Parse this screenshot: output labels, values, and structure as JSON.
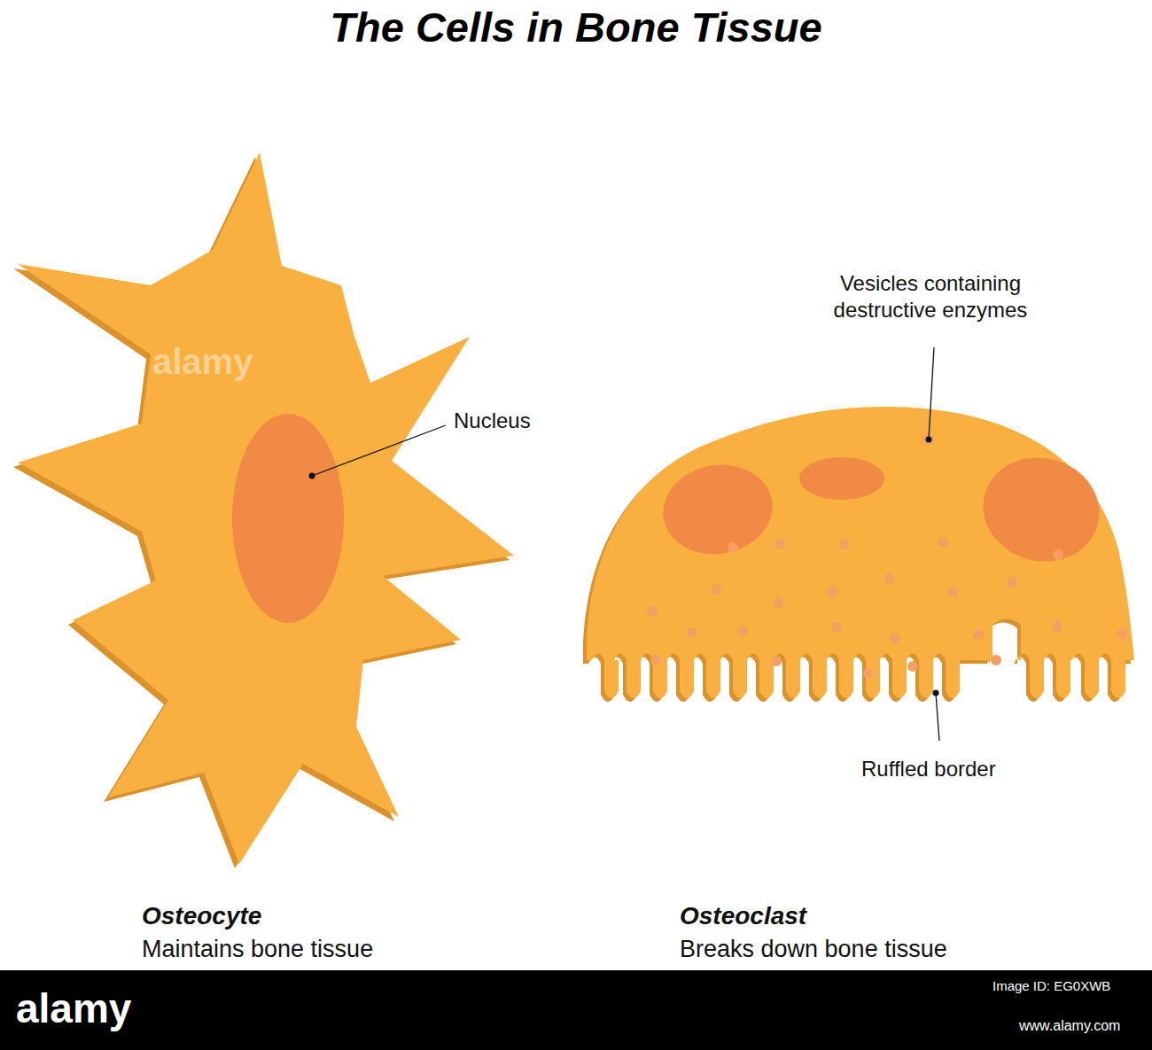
{
  "diagram": {
    "title": "The Cells in Bone Tissue",
    "labels": [
      "Nucleus",
      "Vesicles containing destructive enzymes",
      "Ruffled border",
      "Osteocyte",
      "Maintains bone tissue",
      "Osteoclast",
      "Breaks down bone tissue",
      "alamy",
      "alamy",
      "Image ID: EG0XWB",
      "www.alamy.com"
    ]
  }
}
